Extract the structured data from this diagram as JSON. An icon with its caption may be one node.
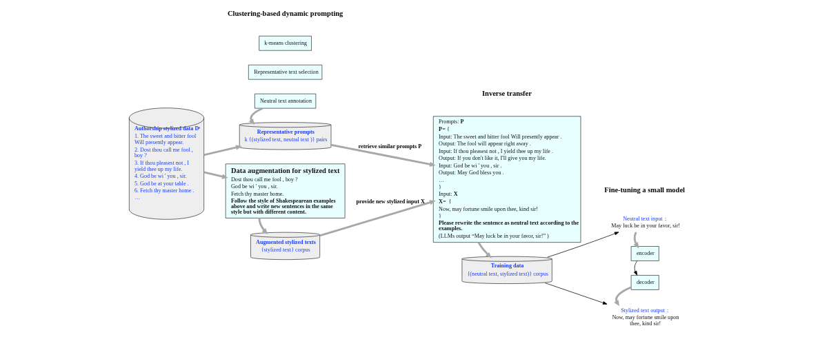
{
  "diagram": {
    "nodes": [
      {
        "text": [
          "Authorship stylized data Dˢ",
          "1. The sweet and bitter fool Will presently appear.",
          "2. Dost thou call me fool , boy ?",
          "3. If thou pleasest not , I yield thee up my life.",
          "4. God be wi ' you , sir.",
          "5. God be at your table .",
          "6. Fetch thy master home .",
          "…"
        ]
      },
      {
        "text": [
          "k-means clustering"
        ]
      },
      {
        "text": [
          "Representative text selection"
        ]
      },
      {
        "text": [
          "Neutral text annotation"
        ]
      },
      {
        "text": [
          "Representative prompts",
          "k {(stylized text, neutral text )} pairs"
        ]
      },
      {
        "text": [
          "Data augmentation for stylized text",
          "Dost thou call me fool , boy ?",
          "God be wi ' you , sir.",
          "Fetch thy master home.",
          "Follow the style of Shakespearean examples above and write new sentences in the same style but with different content."
        ]
      },
      {
        "text": [
          "Augmented stylized texts",
          "{stylized text} corpus"
        ]
      },
      {
        "text": [
          "Prompts: **P**",
          "**P**= {",
          "Input: The sweet and bitter fool Will presently appear .",
          "Output: The fool will appear right away .",
          "Input: If thou pleasest not , I yield thee up my life .",
          "Output: If you don't like it, I'll give you my life.",
          "Input: God be wi ' you , sir .",
          "Output: May God bless you .",
          "…",
          "}",
          "Input: **X**",
          "**X**=  {",
          "Now, may fortune smile upon thee, kind sir!",
          "}",
          "Please rewrite the sentence as neutral text according to the examples.",
          "(LLMs output “May luck be in your favor, sir!” )"
        ]
      },
      {
        "text": [
          "Training data",
          "{(neutral text, stylized text)} corpus"
        ]
      },
      {
        "text": [
          "Neutral text input：",
          "May luck be in your favor, sir!"
        ]
      },
      {
        "text": [
          "encoder"
        ]
      },
      {
        "text": [
          "decoder"
        ]
      },
      {
        "text": [
          "Stylized text output：",
          "Now, may fortune smile upon thee, kind sir!"
        ]
      }
    ],
    "edges": [
      {
        "from": 0,
        "to": 4,
        "arrow": "to"
      },
      {
        "from": 0,
        "to": 5,
        "arrow": "to"
      },
      {
        "from": 3,
        "to": 4,
        "arrow": "to"
      },
      {
        "from": 4,
        "to": 7,
        "arrow": "to",
        "label": "retrieve similar prompts P"
      },
      {
        "from": 5,
        "to": 6,
        "arrow": "to"
      },
      {
        "from": 6,
        "to": 7,
        "arrow": "to",
        "label": "provide new stylized input X"
      },
      {
        "from": 7,
        "to": 8,
        "arrow": "to"
      },
      {
        "from": 8,
        "to": 9,
        "arrow": "to",
        "color": "#000000"
      },
      {
        "from": 8,
        "to": 12,
        "arrow": "to",
        "color": "#000000"
      },
      {
        "from": 9,
        "to": 10,
        "arrow": "to"
      },
      {
        "from": 10,
        "to": 11,
        "arrow": "to",
        "color": "#000000"
      },
      {
        "from": 11,
        "to": 12,
        "arrow": "to"
      }
    ],
    "labels": [
      "Clustering-based dynamic prompting",
      "Inverse transfer",
      "Fine-tuning a small model"
    ]
  }
}
